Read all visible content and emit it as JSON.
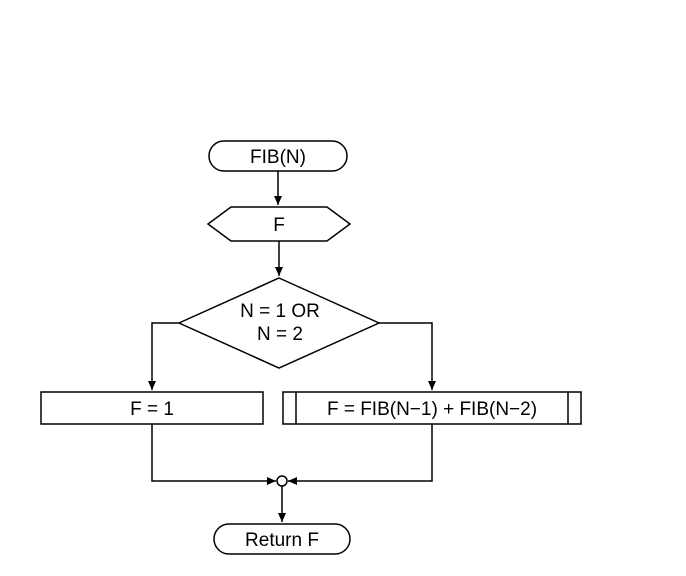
{
  "flowchart": {
    "start": "FIB(N)",
    "declare": "F",
    "decision_line1": "N = 1 OR",
    "decision_line2": "N = 2",
    "assign_base": "F = 1",
    "assign_recursive": "F = FIB(N−1) + FIB(N−2)",
    "end": "Return F"
  },
  "colors": {
    "stroke": "#000000",
    "background": "#ffffff"
  }
}
